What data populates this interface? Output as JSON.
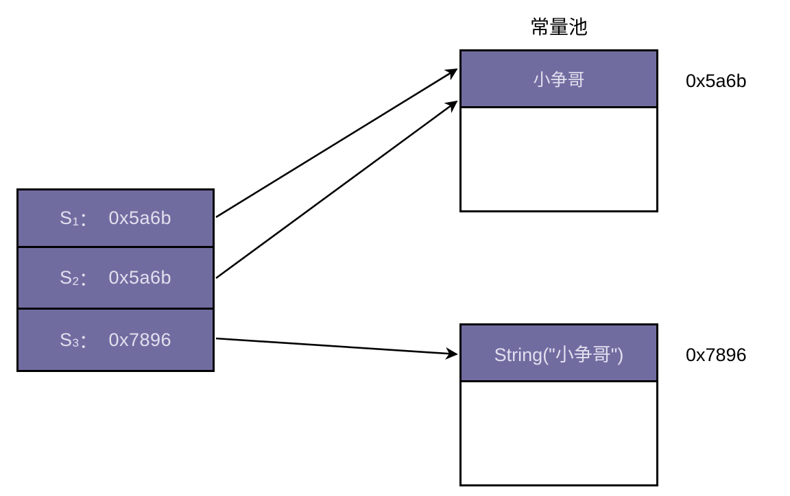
{
  "diagram": {
    "title_right": "常量池",
    "background": "#ffffff",
    "fill_color": "#716ca0",
    "fill_text_color": "#e2dfee",
    "stroke_color": "#000000"
  },
  "variables": {
    "name": "variable-stack",
    "cells": [
      {
        "id": "s1",
        "name": "S",
        "subscript": "1",
        "colon": "：",
        "value": "0x5a6b"
      },
      {
        "id": "s2",
        "name": "S",
        "subscript": "2",
        "colon": "：",
        "value": "0x5a6b"
      },
      {
        "id": "s3",
        "name": "S",
        "subscript": "3",
        "colon": "：",
        "value": "0x7896"
      }
    ]
  },
  "memory": {
    "pool": {
      "title": "常量池",
      "entry_label": "小争哥",
      "address": "0x5a6b"
    },
    "heap": {
      "entry_label": "String(\"小争哥\")",
      "address": "0x7896"
    }
  },
  "arrows": [
    {
      "from": "s1",
      "to": "pool-entry"
    },
    {
      "from": "s2",
      "to": "pool-entry"
    },
    {
      "from": "s3",
      "to": "heap-entry"
    }
  ]
}
